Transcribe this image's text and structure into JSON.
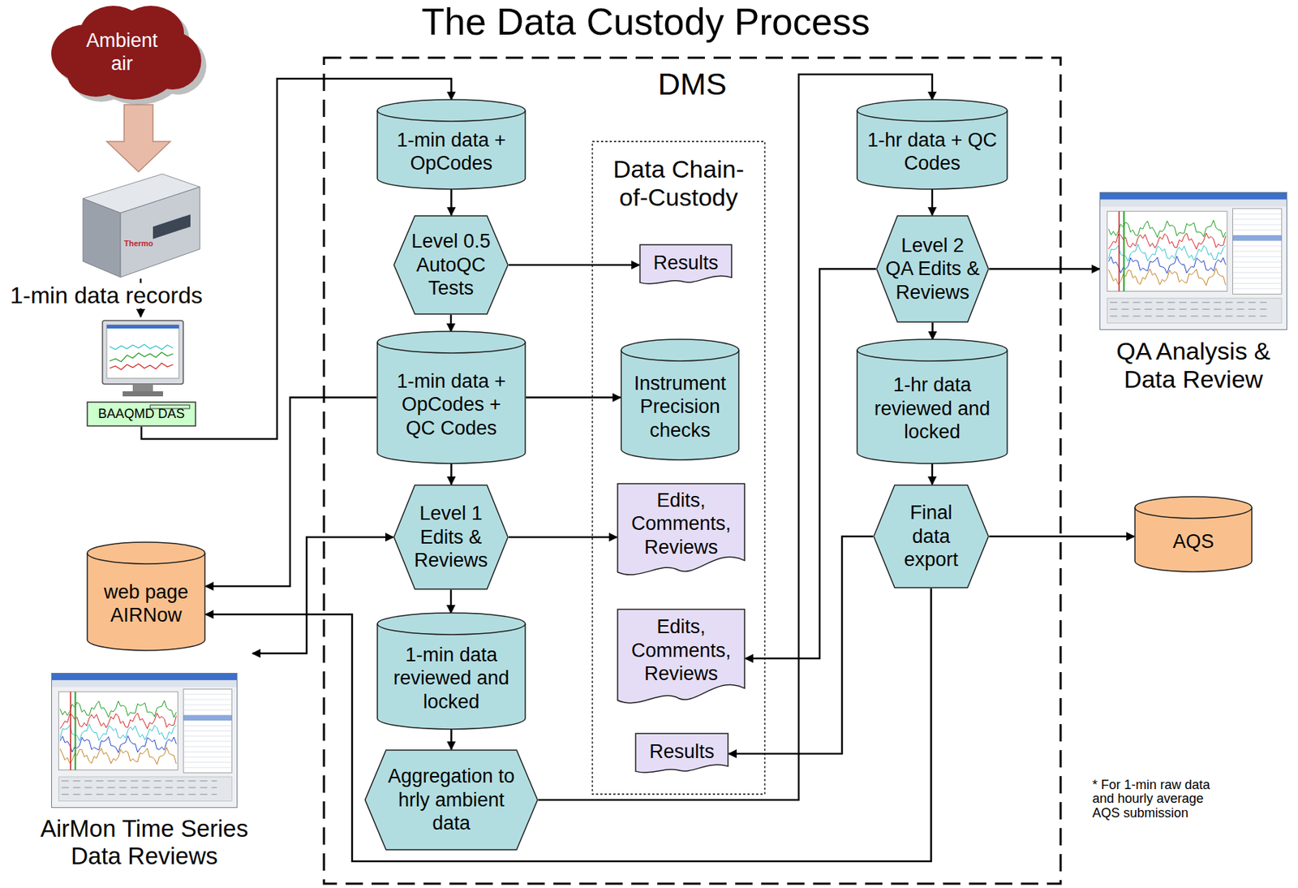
{
  "diagram": {
    "title": "The Data Custody Process",
    "nodes": [
      {
        "text": [
          "Ambient air"
        ]
      },
      {
        "text": [
          "BAAQMD DAS"
        ]
      },
      {
        "text": [
          "DMS"
        ]
      },
      {
        "text": [
          "1-min data + OpCodes"
        ],
        "in": 2
      },
      {
        "text": [
          "Level 0.5 AutoQC Tests"
        ],
        "in": 2
      },
      {
        "text": [
          "1-min data + OpCodes + QC Codes"
        ],
        "in": 2
      },
      {
        "text": [
          "Level 1 Edits & Reviews"
        ],
        "in": 2
      },
      {
        "text": [
          "1-min data reviewed and locked"
        ],
        "in": 2
      },
      {
        "text": [
          "Aggregation to hrly ambient data"
        ],
        "in": 2
      },
      {
        "text": [
          "Data Chain-of-Custody"
        ],
        "in": 2
      },
      {
        "text": [
          "Results"
        ],
        "in": 9
      },
      {
        "text": [
          "Instrument Precision checks"
        ],
        "in": 9
      },
      {
        "text": [
          "Edits, Comments, Reviews"
        ],
        "in": 9
      },
      {
        "text": [
          "Edits, Comments, Reviews"
        ],
        "in": 9
      },
      {
        "text": [
          "Results"
        ],
        "in": 9
      },
      {
        "text": [
          "1-hr data + QC Codes"
        ],
        "in": 2
      },
      {
        "text": [
          "Level 2 QA Edits & Reviews"
        ],
        "in": 2
      },
      {
        "text": [
          "1-hr data reviewed and locked"
        ],
        "in": 2
      },
      {
        "text": [
          "Final data export"
        ],
        "in": 2
      },
      {
        "text": [
          "QA Analysis & Data Review"
        ]
      },
      {
        "text": [
          "web page AIRNow"
        ]
      },
      {
        "text": [
          "AQS"
        ]
      },
      {
        "text": [
          "AirMon Time Series Data Reviews"
        ]
      }
    ],
    "edges": [
      {
        "from": 1,
        "to": 3,
        "arrow": "to"
      },
      {
        "from": 3,
        "to": 4,
        "arrow": "to"
      },
      {
        "from": 4,
        "to": 10,
        "arrow": "to"
      },
      {
        "from": 4,
        "to": 5,
        "arrow": "to"
      },
      {
        "from": 5,
        "to": 11,
        "arrow": "to"
      },
      {
        "from": 5,
        "to": 20,
        "arrow": "to"
      },
      {
        "from": 5,
        "to": 6,
        "arrow": "to"
      },
      {
        "from": 6,
        "to": 12,
        "arrow": "to"
      },
      {
        "from": 22,
        "to": 6,
        "arrow": "both"
      },
      {
        "from": 6,
        "to": 7,
        "arrow": "to"
      },
      {
        "from": 7,
        "to": 8,
        "arrow": "to"
      },
      {
        "from": 8,
        "to": 15,
        "arrow": "to"
      },
      {
        "from": 15,
        "to": 16,
        "arrow": "to"
      },
      {
        "from": 16,
        "to": 19,
        "arrow": "to"
      },
      {
        "from": 16,
        "to": 13,
        "arrow": "to"
      },
      {
        "from": 16,
        "to": 17,
        "arrow": "to"
      },
      {
        "from": 17,
        "to": 18,
        "arrow": "to"
      },
      {
        "from": 18,
        "to": 21,
        "arrow": "to"
      },
      {
        "from": 18,
        "to": 14,
        "arrow": "to"
      },
      {
        "from": 18,
        "to": 20,
        "arrow": "to"
      }
    ],
    "labels": [
      "Thermo",
      "1-min data records",
      "* For 1-min raw data and hourly average AQS submission"
    ]
  }
}
